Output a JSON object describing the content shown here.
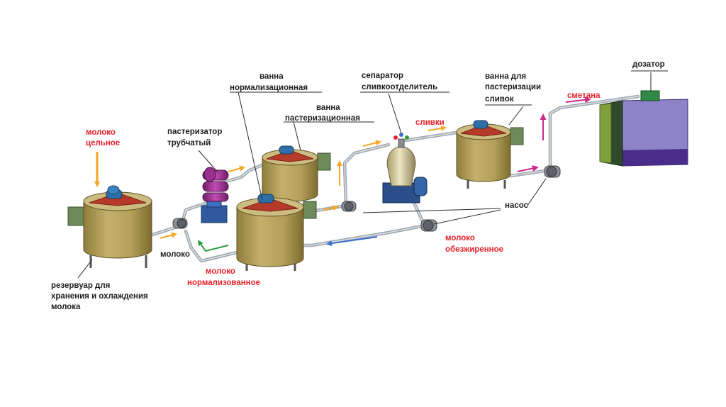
{
  "labels": {
    "milk_whole_1": "молоко",
    "milk_whole_2": "цельное",
    "pasteurizer_1": "пастеризатор",
    "pasteurizer_2": "трубчатый",
    "norm_bath_1": "ванна",
    "norm_bath_2": "нормализационная",
    "past_bath_1": "ванна",
    "past_bath_2": "пастеризационная",
    "separator_1": "сепаратор",
    "separator_2": "сливкоотделитель",
    "cream": "сливки",
    "cream_bath_1": "ванна для",
    "cream_bath_2": "пастеризации",
    "cream_bath_3": "сливок",
    "sour_cream": "сметана",
    "dispenser": "дозатор",
    "pump": "насос",
    "milk": "молоко",
    "milk_normalized_1": "молоко",
    "milk_normalized_2": "нормализованное",
    "milk_skimmed_1": "молоко",
    "milk_skimmed_2": "обезжиренное",
    "reservoir_1": "резервуар для",
    "reservoir_2": "хранения и охлаждения",
    "reservoir_3": "молока"
  },
  "colors": {
    "tank_body": "#b8a35a",
    "tank_top": "#c9b878",
    "tank_cone": "#b53a2a",
    "motor": "#2f6fa8",
    "pipe": "#9ea6ae",
    "arrow_orange": "#f5a623",
    "arrow_magenta": "#cc2a8a",
    "arrow_green": "#2e9e3c",
    "arrow_blue": "#3a6fd0",
    "label_red": "#e8212a",
    "label_dark": "#1e1e1e",
    "pasteurizer": "#9a2f8e",
    "dispenser_body": "#8c83c9",
    "dispenser_side": "#4a2c8a",
    "dispenser_front": "#2f4a2a",
    "dispenser_panel": "#7fa03a"
  }
}
